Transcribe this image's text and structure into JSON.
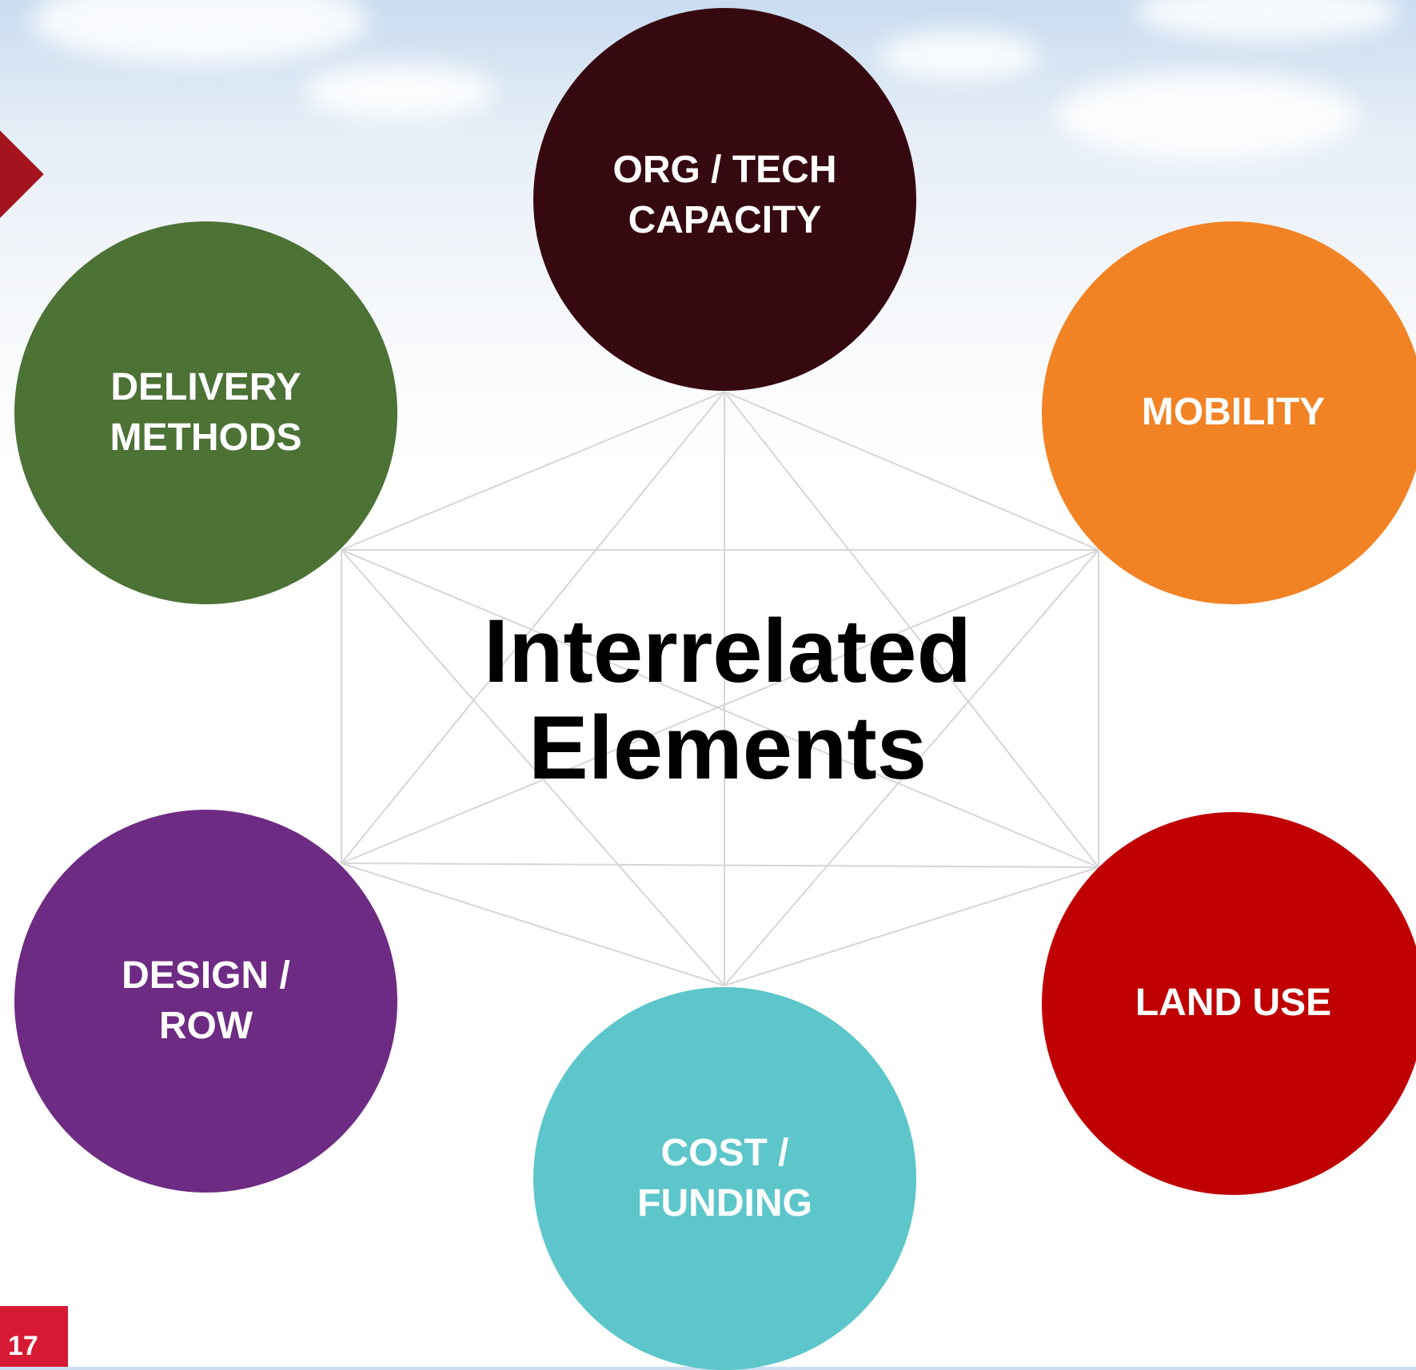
{
  "title": "Interrelated\nElements",
  "page_number": "17",
  "nodes": {
    "org_tech": {
      "label": "ORG / TECH\nCAPACITY",
      "color": "#360910"
    },
    "mobility": {
      "label": "MOBILITY",
      "color": "#f28325"
    },
    "land_use": {
      "label": "LAND USE",
      "color": "#c00000"
    },
    "cost_funding": {
      "label": "COST /\nFUNDING",
      "color": "#5dc6cb"
    },
    "design_row": {
      "label": "DESIGN /\nROW",
      "color": "#6e2b83"
    },
    "delivery": {
      "label": "DELIVERY\nMETHODS",
      "color": "#4c7235"
    }
  },
  "accent_color": "#a3141f",
  "line_color": "#d6d6d6"
}
